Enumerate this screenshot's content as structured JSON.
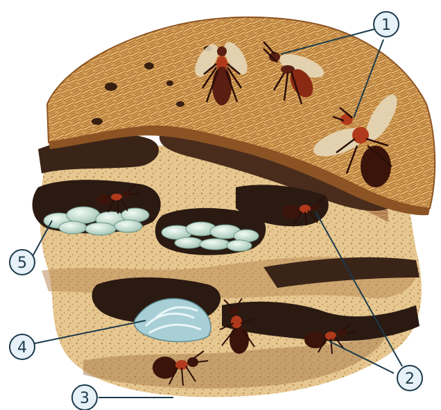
{
  "labels": {
    "one": "1",
    "two": "2",
    "three": "3",
    "four": "4",
    "five": "5"
  },
  "colors": {
    "straw": "#d8a65a",
    "straw_dark": "#a8692c",
    "soil": "#c99a6a",
    "soil_light": "#efd9a6",
    "soil_dark": "#7a4a2a",
    "chamber": "#2a1a12",
    "eggs": "#c9e0d2",
    "ant_body": "#5a1e12",
    "ant_red": "#b23a1c",
    "wing": "#e8dcc0",
    "callout_fill": "#e7f1f8",
    "callout_stroke": "#1b3a4b"
  }
}
